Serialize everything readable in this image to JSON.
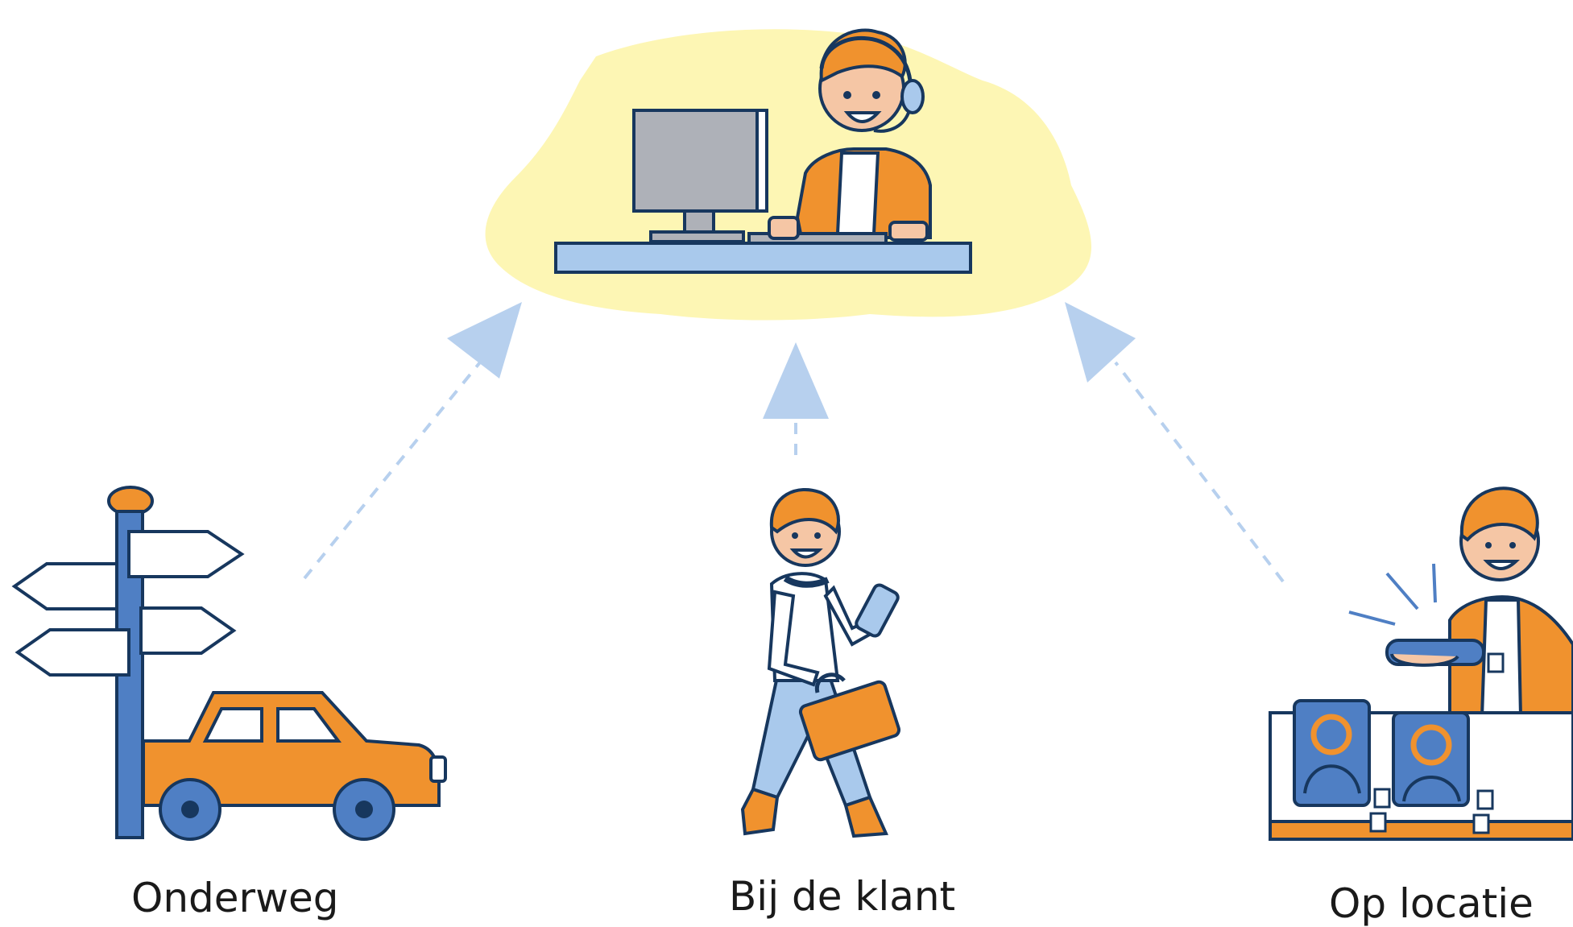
{
  "labels": {
    "onderweg": "Onderweg",
    "bij_de_klant": "Bij de klant",
    "op_locatie": "Op locatie"
  },
  "colors": {
    "orange": "#f0922e",
    "blue": "#4f7fc4",
    "navy": "#17375e",
    "light_blue": "#a9c9ec",
    "cloud_yellow": "#fdf6b4",
    "arrow_blue": "#b7d0ee",
    "skin": "#f5c6a5",
    "grey_screen": "#aeb1b8"
  },
  "icons": [
    "support-agent-icon",
    "signpost-icon",
    "car-icon",
    "walking-person-icon",
    "phone-icon",
    "briefcase-icon",
    "counter-person-icon",
    "hard-drive-icon"
  ]
}
